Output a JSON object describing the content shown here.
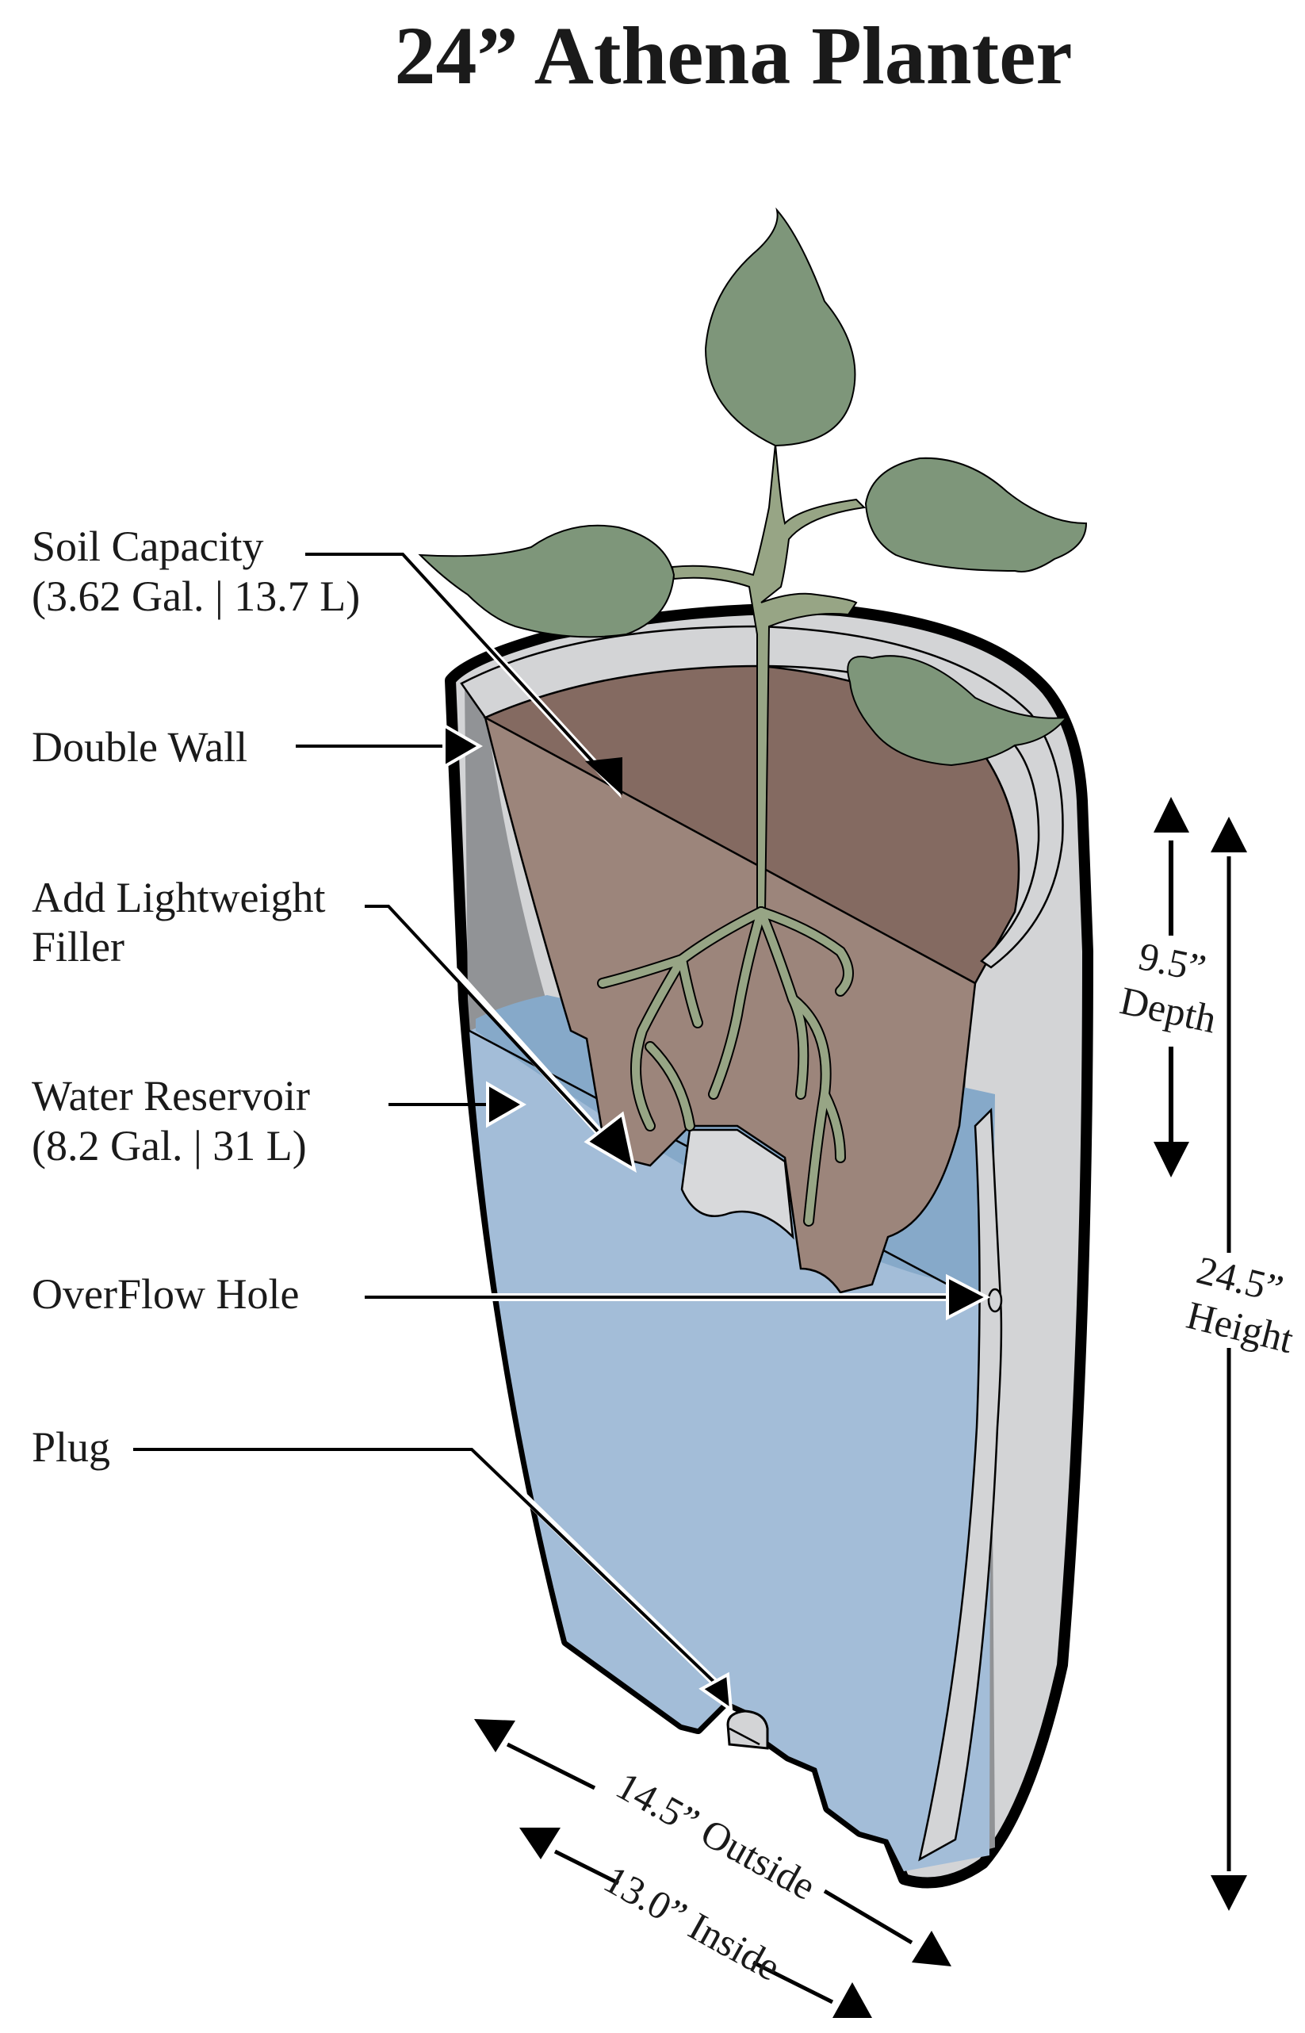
{
  "title": "24” Athena Planter",
  "labels": {
    "soil_capacity": {
      "line1": "Soil Capacity",
      "line2": "(3.62 Gal. | 13.7 L)"
    },
    "double_wall": {
      "line1": "Double Wall"
    },
    "lightweight_filler": {
      "line1": "Add Lightweight",
      "line2": "Filler"
    },
    "water_reservoir": {
      "line1": "Water Reservoir",
      "line2": "(8.2 Gal. | 31 L)"
    },
    "overflow_hole": {
      "line1": "OverFlow Hole"
    },
    "plug": {
      "line1": "Plug"
    }
  },
  "dimensions": {
    "depth": {
      "value": "9.5”",
      "label": "Depth"
    },
    "height": {
      "value": "24.5”",
      "label": "Height"
    },
    "outside": {
      "text": "14.5” Outside"
    },
    "inside": {
      "text": "13.0” Inside"
    }
  },
  "colors": {
    "leaf": "#7e967a",
    "stem": "#97a585",
    "soil_top": "#846a61",
    "soil_section": "#9c857b",
    "water": "#a3bdd8",
    "water_dark": "#86a9c9",
    "wall_light": "#d3d4d6",
    "wall_dark": "#919396",
    "outline": "#000000"
  }
}
